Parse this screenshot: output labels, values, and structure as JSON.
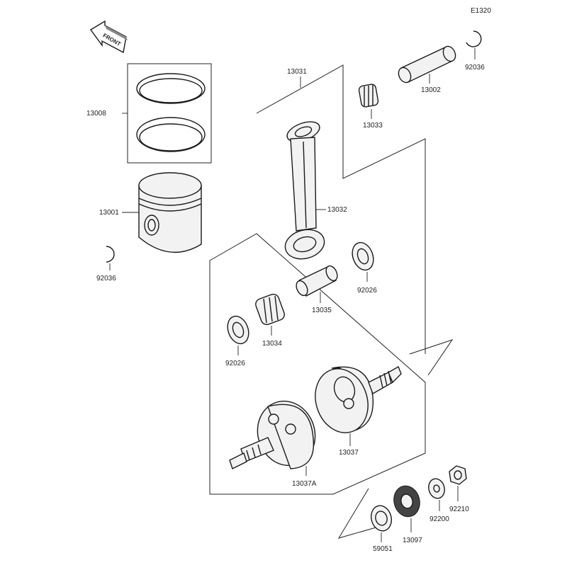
{
  "diagram": {
    "code": "E1320",
    "front_badge": "FRONT",
    "labels": {
      "p13008": "13008",
      "p13001": "13001",
      "p92036_left": "92036",
      "p13031": "13031",
      "p13032": "13032",
      "p13033": "13033",
      "p13002": "13002",
      "p92036_right": "92036",
      "p92026_right": "92026",
      "p13035": "13035",
      "p13034": "13034",
      "p92026_left": "92026",
      "p13037": "13037",
      "p13037A": "13037A",
      "p59051": "59051",
      "p13097": "13097",
      "p92200": "92200",
      "p92210": "92210"
    }
  }
}
